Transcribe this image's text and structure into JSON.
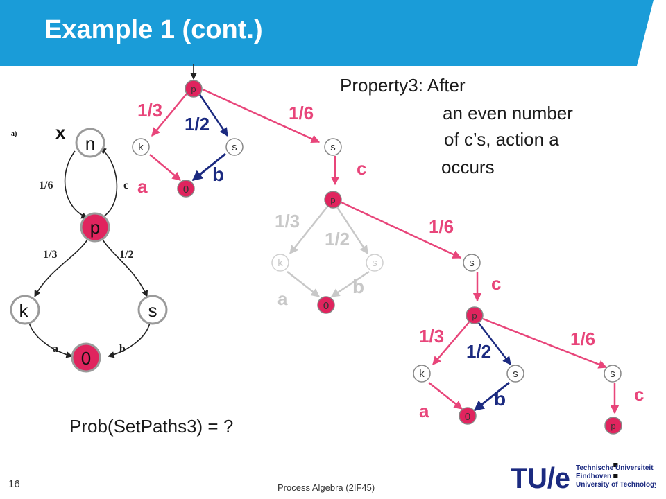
{
  "slide": {
    "title": "Example 1 (cont.)",
    "page_number": "16",
    "footer": "Process Algebra (2IF45)",
    "question": "Prob(SetPaths3) = ?",
    "property_lines": [
      "Property3: After",
      "an even number",
      "of c’s, action a",
      "occurs"
    ]
  },
  "logo": {
    "mark": "TU/e",
    "lines": [
      "Technische Universiteit",
      "Eindhoven",
      "University of Technology"
    ]
  },
  "colors": {
    "header_blue": "#1a9cd8",
    "node_red": "#e0245e",
    "edge_pink": "#e8457a",
    "edge_navy": "#1b2a80",
    "faded_gray": "#c8c8c8"
  },
  "left_graph": {
    "panel_label": "a)",
    "var_label": "x",
    "nodes": [
      "n",
      "p",
      "k",
      "s",
      "0"
    ],
    "edge_labels": [
      "1/6",
      "c",
      "1/3",
      "1/2",
      "a",
      "b"
    ]
  },
  "tree_labels": {
    "level1": {
      "left": "1/3",
      "middle": "1/2",
      "right": "1/6",
      "a": "a",
      "b": "b",
      "c": "c"
    },
    "level2": {
      "left": "1/3",
      "middle": "1/2",
      "right": "1/6",
      "a": "a",
      "b": "b",
      "c": "c"
    },
    "level3": {
      "left": "1/3",
      "middle": "1/2",
      "right": "1/6",
      "a": "a",
      "b": "b",
      "c": "c"
    }
  },
  "tree_nodes": {
    "l1": {
      "root": "p",
      "k": "k",
      "s1": "s",
      "s2": "s",
      "zero": "0"
    },
    "l2": {
      "root": "p",
      "k": "k",
      "s1": "s",
      "s2": "s",
      "zero": "0"
    },
    "l3": {
      "root": "p",
      "k": "k",
      "s1": "s",
      "s2": "s",
      "zero": "0"
    },
    "l4": {
      "root": "p"
    }
  },
  "continuation": ":"
}
